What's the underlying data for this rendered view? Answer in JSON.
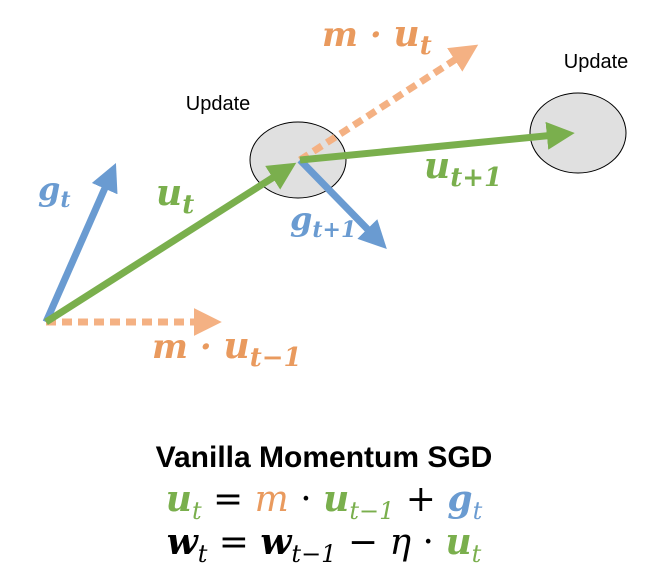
{
  "colors": {
    "green": "#7aaf4d",
    "blue": "#6a9bd1",
    "orange": "#f4b183",
    "orange_text": "#e99a5e",
    "circle_fill": "#e0e0e0",
    "circle_stroke": "#000000"
  },
  "labels": {
    "update_left": "Update",
    "update_right": "Update",
    "g_t": {
      "base": "g",
      "sub": "t"
    },
    "u_t": {
      "base": "u",
      "sub": "t"
    },
    "g_t1": {
      "base": "g",
      "sub": "t+1"
    },
    "u_t1": {
      "base": "u",
      "sub": "t+1"
    },
    "m_ut": {
      "coef": "m · ",
      "base": "u",
      "sub": "t"
    },
    "m_ut_1": {
      "coef": "m · ",
      "base": "u",
      "sub": "t−1"
    }
  },
  "footer": {
    "title": "Vanilla Momentum SGD",
    "eq1": {
      "lhs_base": "u",
      "lhs_sub": "t",
      "eq": " = ",
      "m": "m",
      "dot": " · ",
      "u_base": "u",
      "u_sub": "t−1",
      "plus": " + ",
      "g_base": "g",
      "g_sub": "t"
    },
    "eq2": {
      "lhs_base": "w",
      "lhs_sub": "t",
      "eq": " = ",
      "w_base": "w",
      "w_sub": "t−1",
      "minus": " − ",
      "eta": "η",
      "dot": " · ",
      "u_base": "u",
      "u_sub": "t"
    }
  }
}
